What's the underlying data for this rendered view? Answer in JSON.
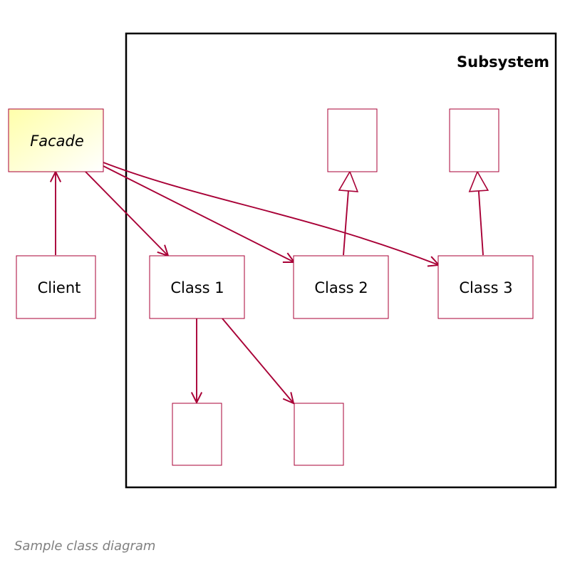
{
  "diagram": {
    "package": {
      "title": "Subsystem"
    },
    "nodes": {
      "facade": {
        "label": "Facade"
      },
      "client": {
        "label": "Client"
      },
      "class1": {
        "label": "Class 1"
      },
      "class2": {
        "label": "Class 2"
      },
      "class3": {
        "label": "Class 3"
      },
      "parent2": {
        "label": ""
      },
      "parent3": {
        "label": ""
      },
      "dep1": {
        "label": ""
      },
      "dep2": {
        "label": ""
      }
    },
    "caption": "Sample class diagram"
  },
  "colors": {
    "node_border": "#A80036",
    "arrow": "#A80036",
    "package_border": "#000000",
    "facade_gradient_start": "#FEFECE",
    "facade_gradient_end": "#FFFFFF",
    "caption_text": "#808080"
  }
}
